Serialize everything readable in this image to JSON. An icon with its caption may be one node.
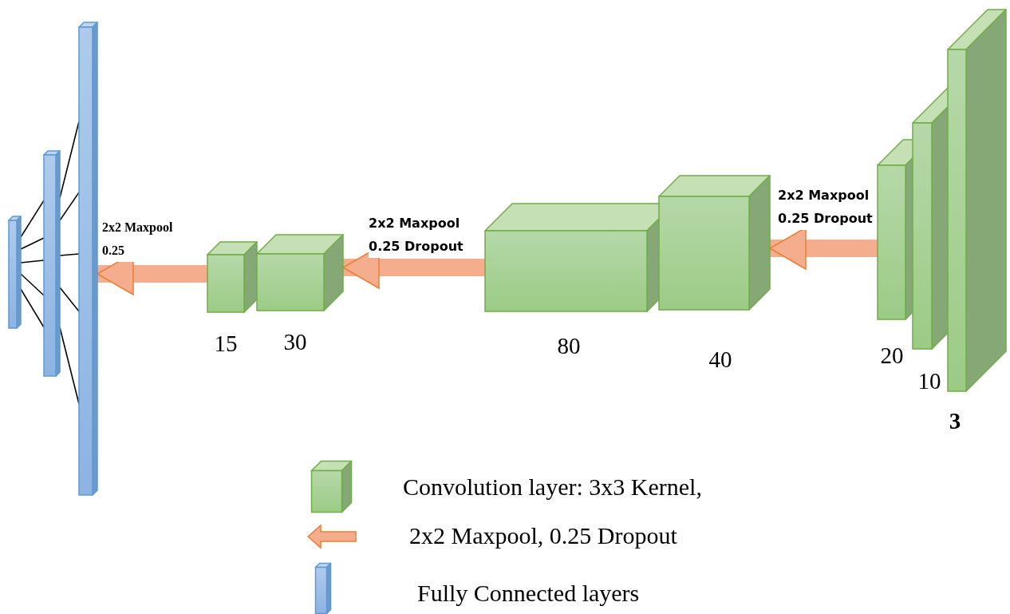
{
  "diagram": {
    "nodes": [
      {
        "text": [],
        "shape": "bar"
      },
      {
        "text": [],
        "shape": "bar"
      },
      {
        "text": [],
        "shape": "bar"
      },
      {
        "text": [
          "15"
        ]
      },
      {
        "text": [
          "30"
        ]
      },
      {
        "text": [
          "80"
        ]
      },
      {
        "text": [
          "40"
        ]
      },
      {
        "text": [
          "20"
        ]
      },
      {
        "text": [
          "10"
        ]
      },
      {
        "text": [
          "3"
        ]
      }
    ],
    "edges": [
      {
        "from": 0,
        "to": 1,
        "arrow": "none"
      },
      {
        "from": 0,
        "to": 1,
        "arrow": "none"
      },
      {
        "from": 0,
        "to": 1,
        "arrow": "none"
      },
      {
        "from": 0,
        "to": 1,
        "arrow": "none"
      },
      {
        "from": 0,
        "to": 1,
        "arrow": "none"
      },
      {
        "from": 1,
        "to": 2,
        "arrow": "none"
      },
      {
        "from": 1,
        "to": 2,
        "arrow": "none"
      },
      {
        "from": 1,
        "to": 2,
        "arrow": "none"
      },
      {
        "from": 1,
        "to": 2,
        "arrow": "none"
      },
      {
        "from": 1,
        "to": 2,
        "arrow": "none"
      },
      {
        "from": 3,
        "to": 2,
        "arrow": "to",
        "label": "2x2 Maxpool 0.25",
        "style": "thick",
        "color": "#f4ae8e"
      },
      {
        "from": 5,
        "to": 4,
        "arrow": "to",
        "label": "2x2 Maxpool 0.25 Dropout",
        "style": "thick",
        "color": "#f4ae8e"
      },
      {
        "from": 7,
        "to": 6,
        "arrow": "to",
        "label": "2x2 Maxpool 0.25 Dropout",
        "style": "thick",
        "color": "#f4ae8e"
      }
    ],
    "legend": [
      {
        "text": "Convolution layer: 3x3 Kernel,"
      },
      {
        "text": "2x2 Maxpool, 0.25 Dropout"
      },
      {
        "text": "Fully Connected layers"
      }
    ]
  }
}
